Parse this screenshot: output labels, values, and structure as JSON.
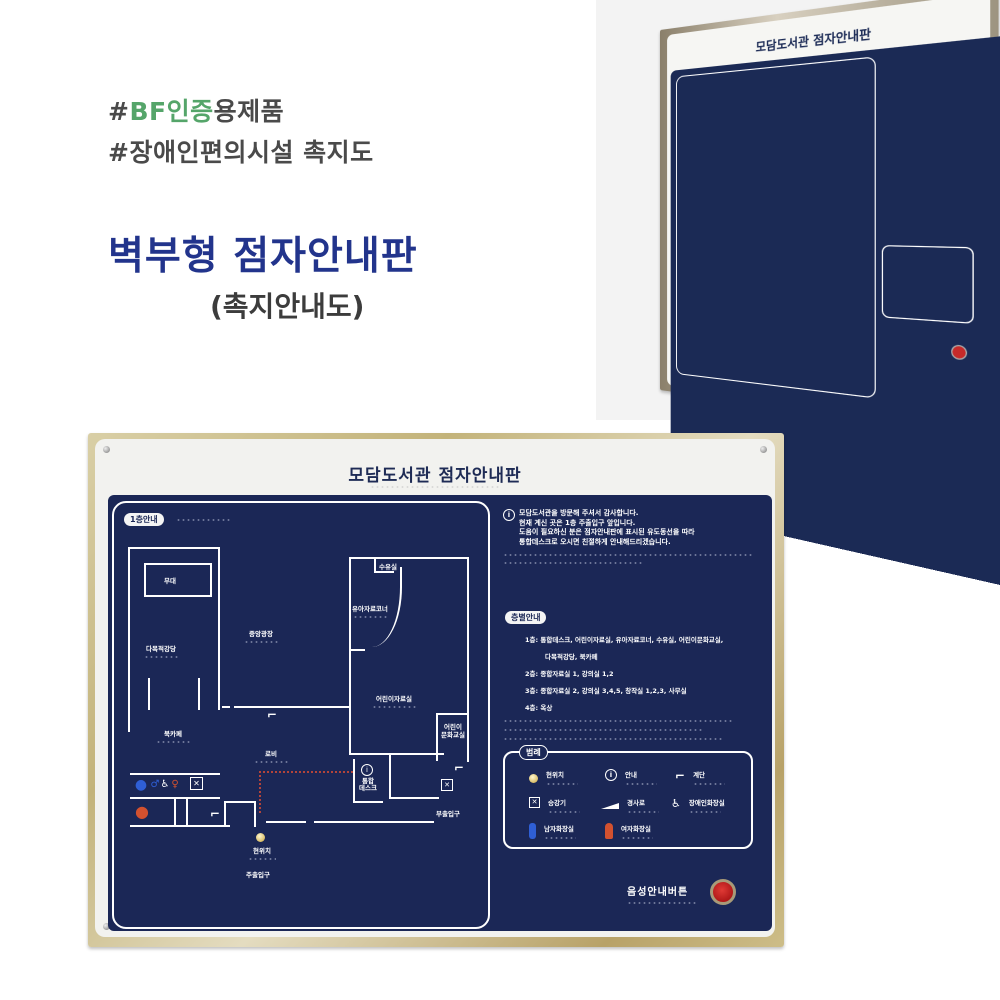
{
  "promo": {
    "tag1_prefix": "#",
    "tag1_highlight": "BF인증",
    "tag1_suffix": "용제품",
    "tag2": "#장애인편의시설 촉지도",
    "headline": "벽부형 점자안내판",
    "subheadline": "(촉지안내도)"
  },
  "colors": {
    "highlight_green": "#55a56a",
    "headline_blue": "#22348c",
    "board_navy": "#1b2756",
    "voice_button_red": "#d02a2a",
    "route_dotted_red": "#b3443a"
  },
  "side_photo": {
    "board_title": "모담도서관 점자안내판"
  },
  "board": {
    "title": "모담도서관 점자안내판",
    "map": {
      "floor_badge": "1층안내",
      "rooms": {
        "stage": "무대",
        "multipurpose_hall": "다목적강당",
        "central_plaza": "중앙광장",
        "nursing_room": "수유실",
        "infant_corner": "유아자료코너",
        "children_room": "어린이자료실",
        "children_culture": "어린이\n문화교실",
        "book_cafe": "북카페",
        "lobby": "로비",
        "info_desk": "통합\n데스크",
        "current_location": "현위치",
        "main_entrance": "주출입구",
        "sub_entrance": "부출입구"
      }
    },
    "intro_lines": [
      "모담도서관을 방문해 주셔서 감사합니다.",
      "현재 계신 곳은 1층 주출입구 앞입니다.",
      "도움이 필요하신 분은 점자안내판에 표시된 유도동선을 따라",
      "통합데스크로 오시면 친절하게 안내해드리겠습니다."
    ],
    "floor_guide": {
      "badge": "층별안내",
      "lines": [
        "1층: 통합데스크, 어린이자료실, 유아자료코너, 수유실, 어린이문화교실,",
        "다목적강당, 북카페",
        "2층: 종합자료실 1, 강의실 1,2",
        "3층: 종합자료실 2, 강의실 3,4,5, 창작실 1,2,3, 사무실",
        "4층: 옥상"
      ]
    },
    "legend": {
      "badge": "범례",
      "items": [
        {
          "icon": "current-location-icon",
          "label": "현위치"
        },
        {
          "icon": "info-icon",
          "label": "안내"
        },
        {
          "icon": "stairs-icon",
          "label": "계단"
        },
        {
          "icon": "elevator-icon",
          "label": "승강기"
        },
        {
          "icon": "ramp-icon",
          "label": "경사로"
        },
        {
          "icon": "wheelchair-icon",
          "label": "장애인화장실"
        },
        {
          "icon": "male-restroom-icon",
          "label": "남자화장실"
        },
        {
          "icon": "female-restroom-icon",
          "label": "여자화장실"
        }
      ]
    },
    "voice_button_label": "음성안내버튼"
  }
}
